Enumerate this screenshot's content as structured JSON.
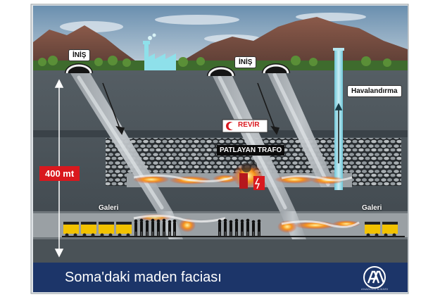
{
  "labels": {
    "entrance_left": "İNİŞ",
    "entrance_mid": "İNİŞ",
    "ventilation": "Havalandırma",
    "infirmary": "REVİR",
    "explosion": "PATLAYAN TRAFO",
    "depth": "400 mt",
    "gallery_left": "Galeri",
    "gallery_right": "Galeri"
  },
  "footer": {
    "title": "Soma'daki maden faciası",
    "agency_small": "ANADOLU AJANSI"
  },
  "colors": {
    "sky": "#6c93b3",
    "ground": "#4f585f",
    "footer": "#1c3569",
    "accent_red": "#d9181e",
    "fire": "#f7941d"
  },
  "icons": {
    "red_crescent": "red-crescent-icon",
    "arrow": "arrow-icon",
    "agency_logo": "aa-logo-icon"
  }
}
